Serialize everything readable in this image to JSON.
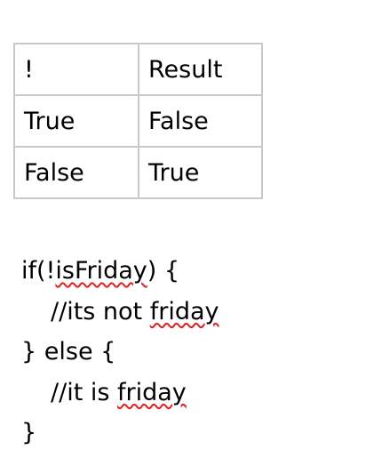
{
  "table": {
    "header": [
      "!",
      "Result"
    ],
    "rows": [
      [
        "True",
        "False"
      ],
      [
        "False",
        "True"
      ]
    ]
  },
  "code": {
    "line1": {
      "before": "if(!",
      "flagged": "isFriday",
      "after": ") {"
    },
    "line2": {
      "before": "//its not ",
      "flagged": "friday"
    },
    "line3": {
      "text": "} else {"
    },
    "line4": {
      "before": "//it is ",
      "flagged": "friday"
    },
    "line5": {
      "text": "}"
    }
  },
  "spellcheck_color": "#e02020"
}
